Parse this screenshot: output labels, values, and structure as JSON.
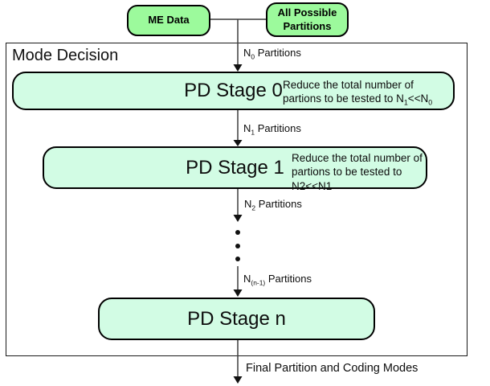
{
  "diagram": {
    "container_title": "Mode Decision",
    "inputs": [
      {
        "label": "ME Data"
      },
      {
        "label": "All Possible Partitions"
      }
    ],
    "stages": [
      {
        "title": "PD Stage 0",
        "note_parts": [
          {
            "t": "Reduce the total number of partions to be tested to N"
          },
          {
            "s": "1"
          },
          {
            "t": "<<N"
          },
          {
            "s": "0"
          }
        ]
      },
      {
        "title": "PD Stage 1",
        "note_parts": [
          {
            "t": "Reduce the total number of partions to be tested to N2<<N1"
          }
        ]
      },
      {
        "title": "PD Stage n"
      }
    ],
    "flow_labels": [
      {
        "base": "N",
        "sub": "0",
        "rest": " Partitions"
      },
      {
        "base": "N",
        "sub": "1",
        "rest": " Partitions"
      },
      {
        "base": "N",
        "sub": "2",
        "rest": " Partitions"
      },
      {
        "base": "N",
        "sub": "(n-1)",
        "rest": " Partitions"
      }
    ],
    "output_label": "Final Partition and Coding Modes",
    "colors": {
      "input_fill": "#9CFA9C",
      "stage_fill": "#D2FCE4",
      "box_border": "#000000",
      "line": "#3C3C3C",
      "arrow_fill": "#111111"
    }
  }
}
